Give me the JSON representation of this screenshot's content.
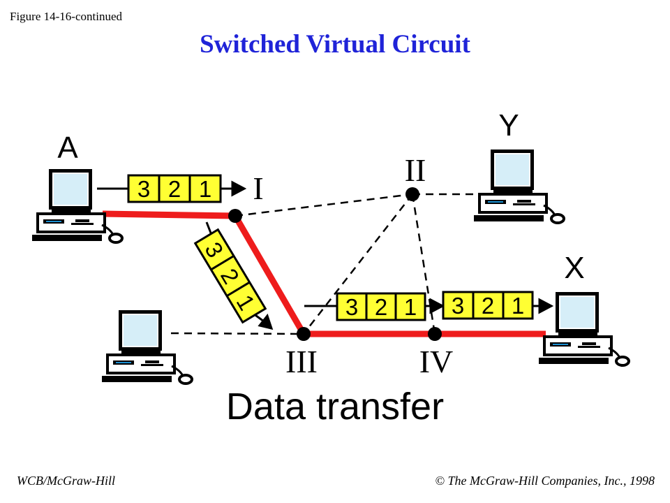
{
  "figure_label": "Figure 14-16-continued",
  "title": "Switched Virtual Circuit",
  "caption": "Data transfer",
  "footer_left": "WCB/McGraw-Hill",
  "footer_right": "© The McGraw-Hill Companies, Inc., 1998",
  "stations": {
    "a": "A",
    "y": "Y",
    "x": "X"
  },
  "switches": {
    "s1": "I",
    "s2": "II",
    "s3": "III",
    "s4": "IV"
  },
  "packets": {
    "p1": [
      "3",
      "2",
      "1"
    ],
    "p2": [
      "3",
      "2",
      "1"
    ],
    "p3": [
      "3",
      "2",
      "1"
    ],
    "p4": [
      "3",
      "2",
      "1"
    ]
  },
  "colors": {
    "circuit": "#ee1c1c",
    "packet_fill": "#ffff33",
    "title": "#1f23d8"
  }
}
